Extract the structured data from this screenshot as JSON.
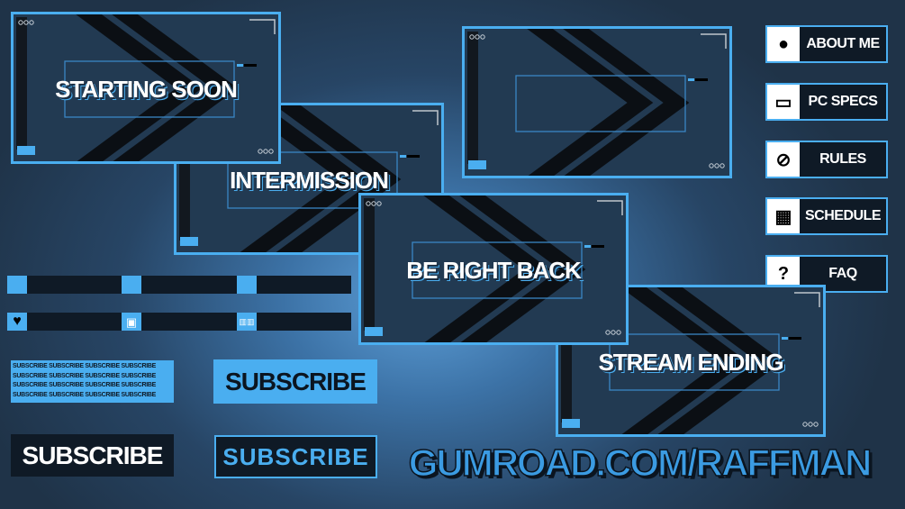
{
  "screens": [
    {
      "id": "starting-soon",
      "title": "STARTING SOON"
    },
    {
      "id": "intermission",
      "title": "INTERMISSION"
    },
    {
      "id": "blank",
      "title": ""
    },
    {
      "id": "be-right-back",
      "title": "BE RIGHT BACK"
    },
    {
      "id": "stream-ending",
      "title": "STREAM ENDING"
    }
  ],
  "panels": [
    {
      "label": "ABOUT ME",
      "icon": "user-icon"
    },
    {
      "label": "PC SPECS",
      "icon": "monitor-icon"
    },
    {
      "label": "RULES",
      "icon": "prohibited-icon"
    },
    {
      "label": "SCHEDULE",
      "icon": "calendar-icon"
    },
    {
      "label": "FAQ",
      "icon": "question-icon"
    }
  ],
  "alert_bars": {
    "row2_icons": [
      "heart-icon",
      "gift-icon",
      "gifts-icon"
    ]
  },
  "subscribe": {
    "pattern": "SUBSCRIBE SUBSCRIBE SUBSCRIBE SUBSCRIBE",
    "blue": "SUBSCRIBE",
    "dark": "SUBSCRIBE",
    "outlined": "SUBSCRIBE"
  },
  "footer": {
    "url": "GUMROAD.COM/RAFFMAN"
  },
  "colors": {
    "accent": "#4aaef0",
    "dark": "#0f1a26",
    "panel": "#223a52"
  }
}
